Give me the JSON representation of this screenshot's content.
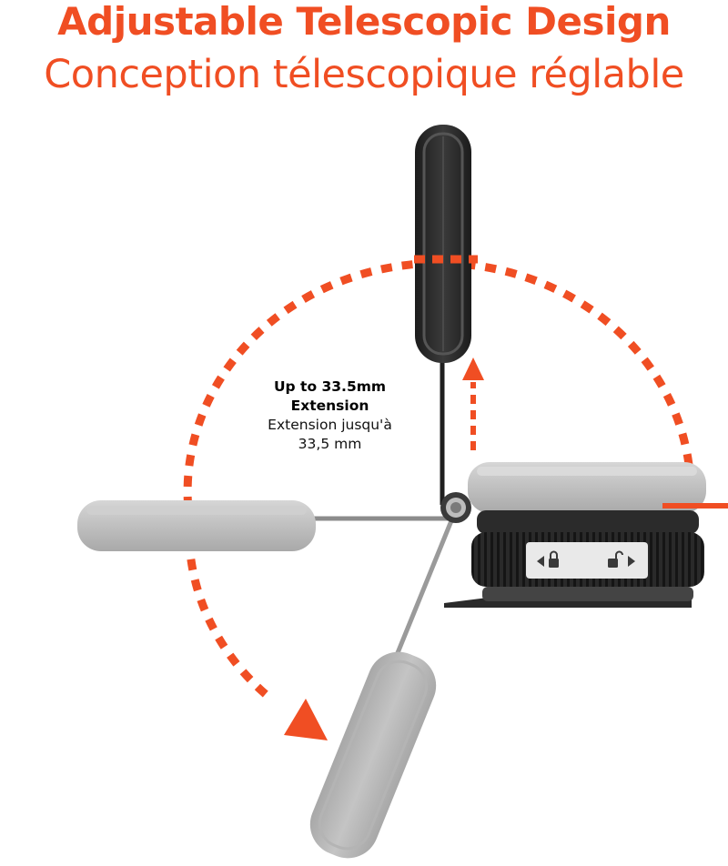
{
  "header": {
    "title_en": "Adjustable Telescopic Design",
    "title_fr": "Conception télescopique réglable"
  },
  "caption": {
    "line1_en": "Up to 33.5mm",
    "line2_en": "Extension",
    "line1_fr": "Extension jusqu'à",
    "line2_fr": "33,5 mm"
  },
  "colors": {
    "accent": "#f04e23",
    "body_dark": "#2b2b2b",
    "ghost_gray": "#b9b9b9",
    "arm_gray": "#8c8c8c"
  },
  "icons": {
    "lock": "lock-icon",
    "unlock": "unlock-icon"
  }
}
